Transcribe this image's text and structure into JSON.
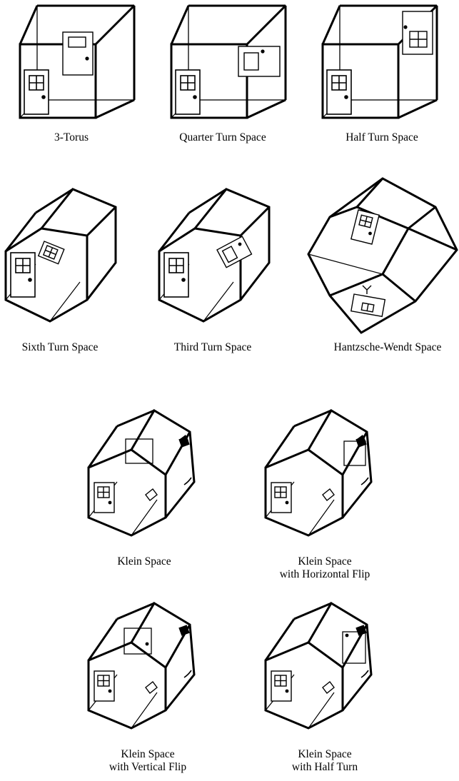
{
  "figures": [
    {
      "id": "3-torus",
      "lines": [
        "3-Torus"
      ]
    },
    {
      "id": "quarter-turn-space",
      "lines": [
        "Quarter Turn Space"
      ]
    },
    {
      "id": "half-turn-space",
      "lines": [
        "Half Turn Space"
      ]
    },
    {
      "id": "sixth-turn-space",
      "lines": [
        "Sixth Turn Space"
      ]
    },
    {
      "id": "third-turn-space",
      "lines": [
        "Third Turn Space"
      ]
    },
    {
      "id": "hantzsche-wendt-space",
      "lines": [
        "Hantzsche-Wendt Space"
      ]
    },
    {
      "id": "klein-space",
      "lines": [
        "Klein Space"
      ]
    },
    {
      "id": "klein-space-horizontal-flip",
      "lines": [
        "Klein Space",
        "with Horizontal Flip"
      ]
    },
    {
      "id": "klein-space-vertical-flip",
      "lines": [
        "Klein Space",
        "with Vertical Flip"
      ]
    },
    {
      "id": "klein-space-half-turn",
      "lines": [
        "Klein Space",
        "with Half Turn"
      ]
    }
  ],
  "colors": {
    "line": "#000000",
    "background": "#ffffff"
  }
}
